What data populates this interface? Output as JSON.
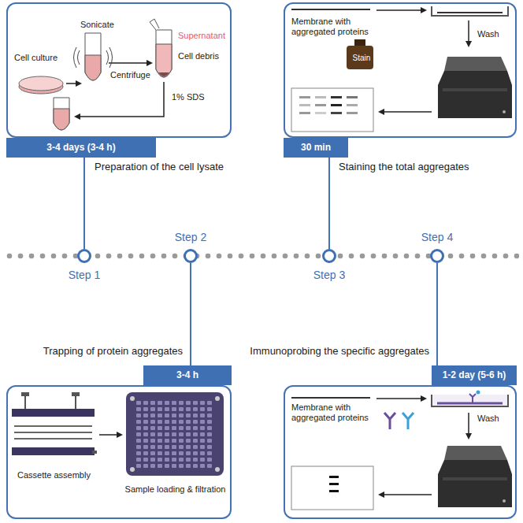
{
  "diagram": {
    "nodes": [
      {
        "text": [
          "3-4 days (3-4 h)",
          "Preparation of the cell lysate",
          "Cell culture",
          "Sonicate",
          "Centrifuge",
          "Supernatant",
          "Cell debris",
          "1% SDS"
        ]
      },
      {
        "text": [
          "30 min",
          "Staining the total aggregates",
          "Membrane with aggregated proteins",
          "Stain",
          "Wash"
        ]
      },
      {
        "text": [
          "3-4 h",
          "Trapping of protein aggregates",
          "Cassette assembly",
          "Sample loading & filtration"
        ]
      },
      {
        "text": [
          "1-2 day (5-6 h)",
          "Immunoprobing the specific aggregates",
          "Membrane with aggregated proteins",
          "Wash"
        ]
      },
      {
        "text": [
          "Step 1"
        ]
      },
      {
        "text": [
          "Step 2"
        ]
      },
      {
        "text": [
          "Step 3"
        ]
      },
      {
        "text": [
          "Step 4"
        ]
      }
    ],
    "edges": [
      {
        "from": 0,
        "to": 4,
        "arrow": "none"
      },
      {
        "from": 2,
        "to": 5,
        "arrow": "none"
      },
      {
        "from": 1,
        "to": 6,
        "arrow": "none"
      },
      {
        "from": 3,
        "to": 7,
        "arrow": "none"
      }
    ]
  }
}
